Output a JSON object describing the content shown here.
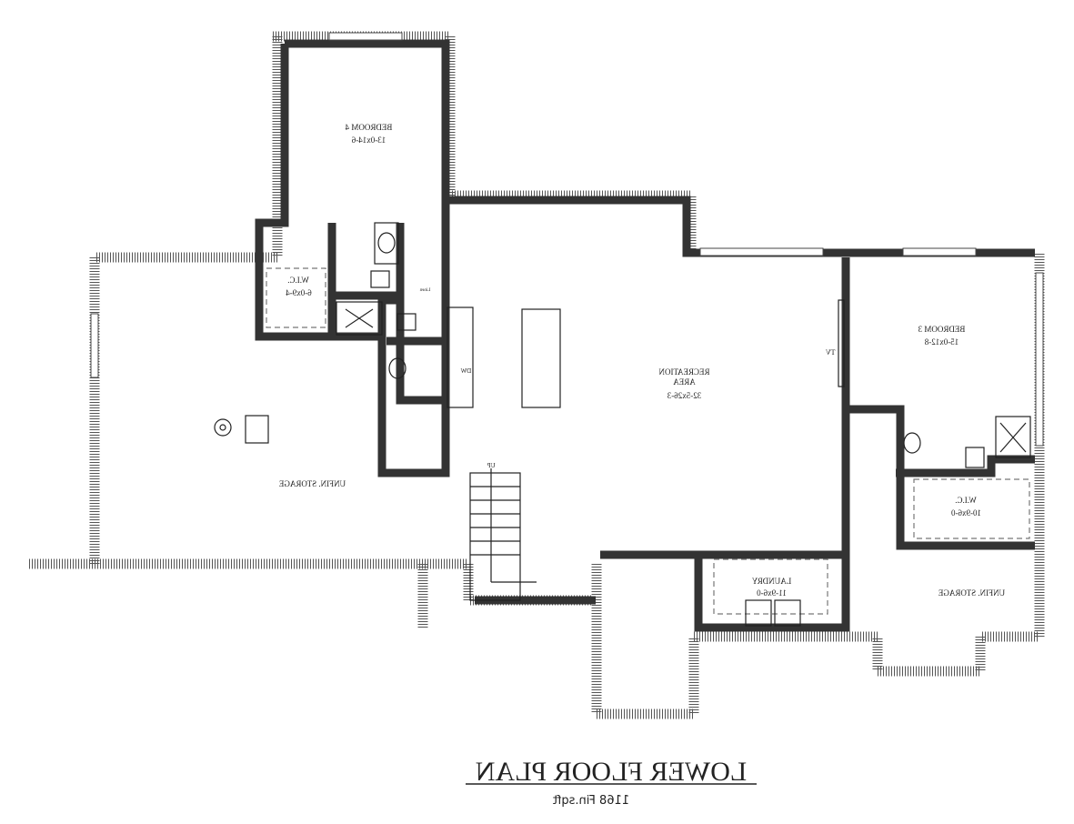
{
  "title": "LOWER FLOOR PLAN",
  "area": "1168 Fin.sqft",
  "rooms": {
    "bedroom4": {
      "name": "BEDROOM 4",
      "size": "13-0x14-6"
    },
    "wic_left": {
      "name": "W.I.C.",
      "size": "6-0x9-4"
    },
    "storage_left": {
      "name": "UNFIN. STORAGE"
    },
    "recreation": {
      "name1": "RECREATION",
      "name2": "AREA",
      "size": "32-5x26-3"
    },
    "bedroom3": {
      "name": "BEDROOM 3",
      "size": "15-0x12-8"
    },
    "wic_right": {
      "name": "W.I.C.",
      "size": "10-9x6-0"
    },
    "laundry": {
      "name": "LAUNDRY",
      "size": "11-9x6-0"
    },
    "storage_right": {
      "name": "UNFIN. STORAGE"
    }
  },
  "fixtures": {
    "linen": "Linen",
    "tv": "TV",
    "up": "UP",
    "dw": "DW"
  }
}
